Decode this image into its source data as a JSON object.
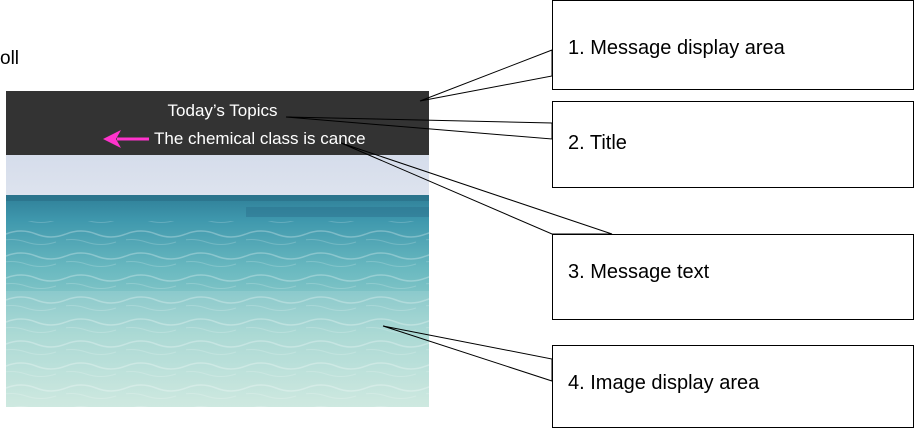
{
  "edge_text": "oll",
  "screen": {
    "title": "Today’s Topics",
    "message_text": "The chemical class is cance",
    "arrow_color": "#ff33cc",
    "bar_color": "#333333"
  },
  "callouts": [
    {
      "label": "1. Message display area"
    },
    {
      "label": "2. Title"
    },
    {
      "label": "3. Message text"
    },
    {
      "label": "4. Image display area"
    }
  ]
}
